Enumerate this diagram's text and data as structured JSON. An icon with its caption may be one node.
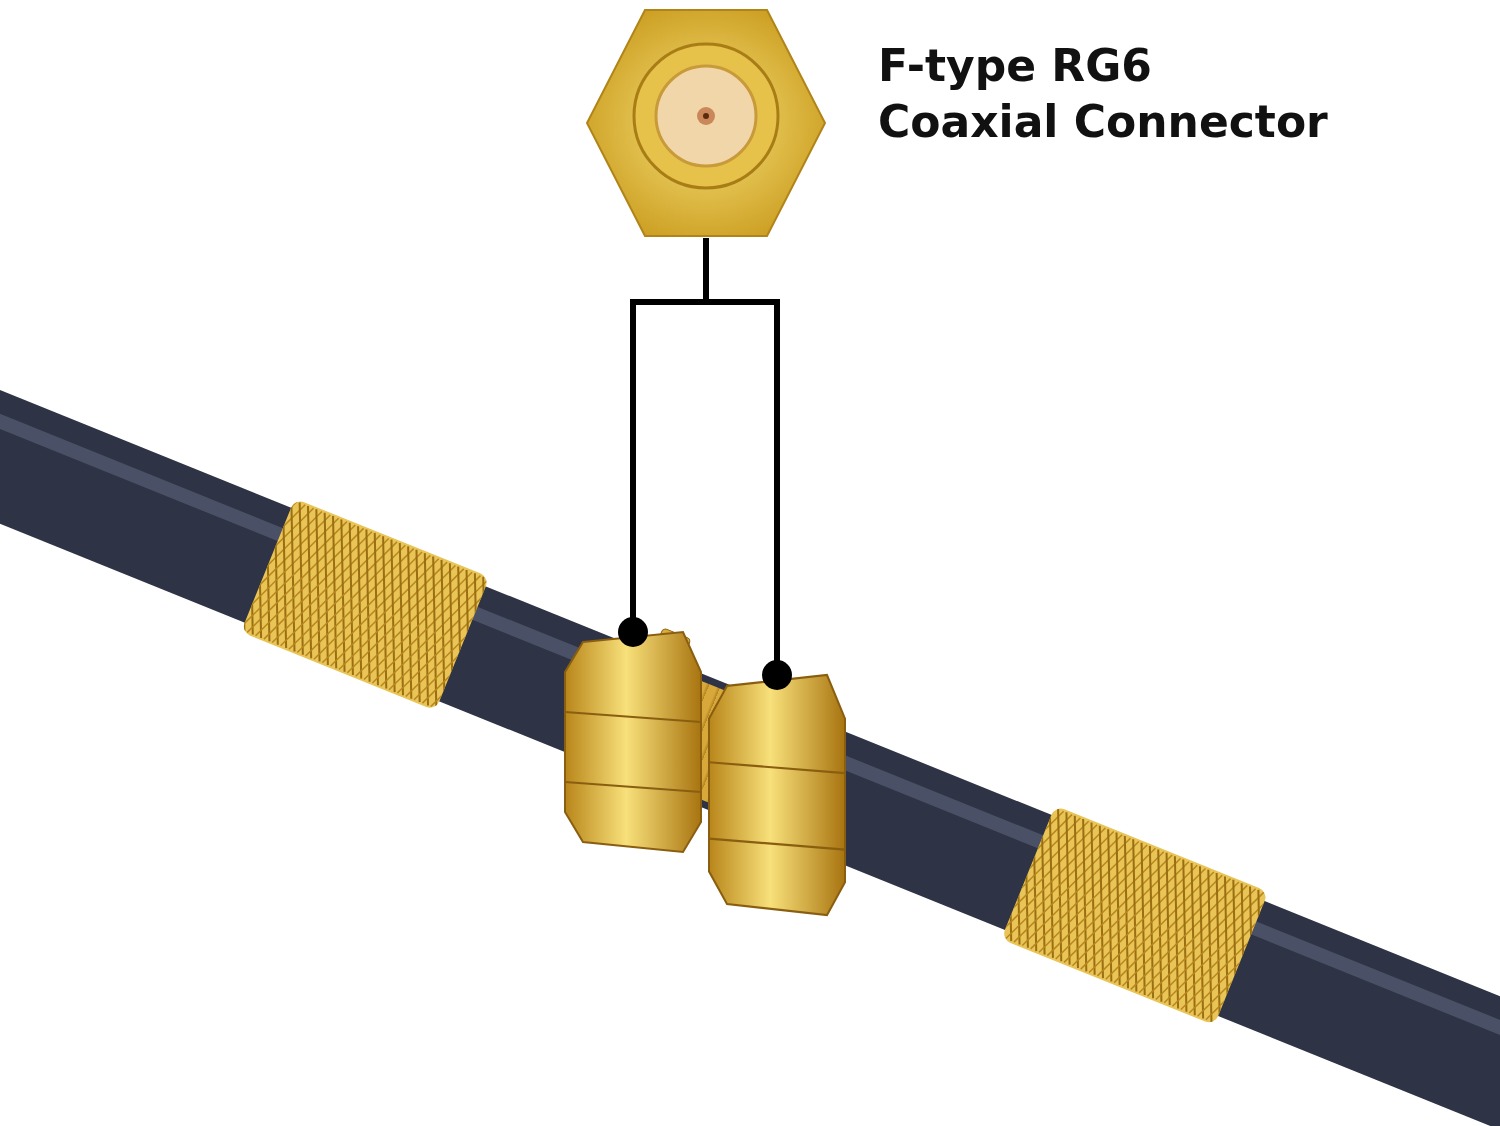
{
  "diagram": {
    "nodes": [
      {
        "text": [],
        "shape": "picture",
        "beside": [
          "F-type RG6 Coaxial Connector"
        ]
      },
      {
        "text": [],
        "shape": "picture"
      },
      {
        "text": [],
        "shape": "picture"
      }
    ],
    "edges": [
      {
        "from": 0,
        "to": 1,
        "arrow": "other"
      },
      {
        "from": 0,
        "to": 2,
        "arrow": "other"
      }
    ]
  }
}
